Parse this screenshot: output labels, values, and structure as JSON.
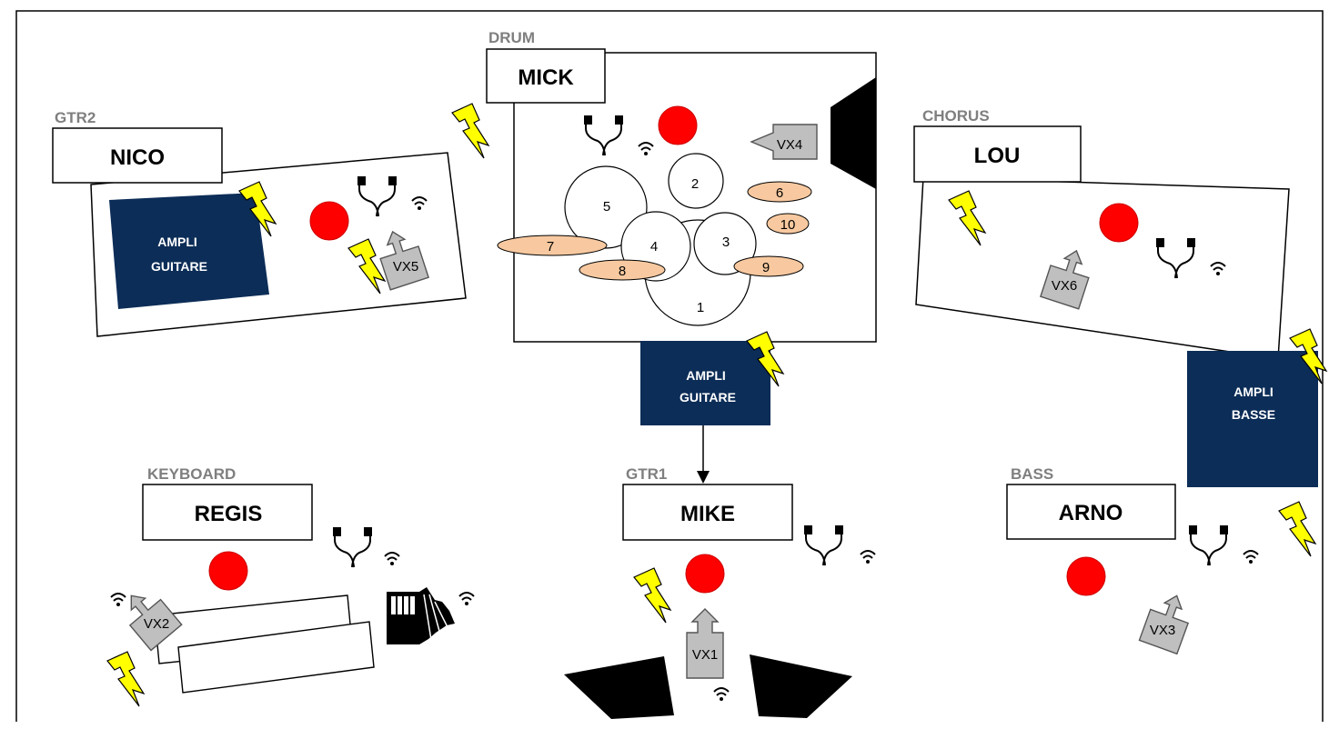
{
  "colors": {
    "amp": "#0c2d57",
    "mic": "#ff0000",
    "power": "#ffff00",
    "vx_box": "#bfbfbf",
    "cymbal": "#f8c9a0",
    "role_text": "#7f7f7f"
  },
  "stations": {
    "drum": {
      "role": "DRUM",
      "name": "MICK"
    },
    "gtr2": {
      "role": "GTR2",
      "name": "NICO"
    },
    "chorus": {
      "role": "CHORUS",
      "name": "LOU"
    },
    "keyboard": {
      "role": "KEYBOARD",
      "name": "REGIS"
    },
    "gtr1": {
      "role": "GTR1",
      "name": "MIKE"
    },
    "bass": {
      "role": "BASS",
      "name": "ARNO"
    }
  },
  "amps": {
    "gtr2": {
      "line1": "AMPLI",
      "line2": "GUITARE"
    },
    "gtr1": {
      "line1": "AMPLI",
      "line2": "GUITARE"
    },
    "bass": {
      "line1": "AMPLI",
      "line2": "BASSE"
    }
  },
  "drums": {
    "pieces": [
      "1",
      "2",
      "3",
      "4",
      "5"
    ],
    "cymbals": [
      "6",
      "7",
      "8",
      "9",
      "10"
    ]
  },
  "vx": {
    "vx1": "VX1",
    "vx2": "VX2",
    "vx3": "VX3",
    "vx4": "VX4",
    "vx5": "VX5",
    "vx6": "VX6"
  },
  "icons": [
    "in-ear-monitor-icon",
    "wifi-icon",
    "power-icon",
    "microphone-dot-icon",
    "wedge-monitor-icon",
    "accordion-icon",
    "keyboard-icon",
    "vocal-direct-input-icon"
  ]
}
